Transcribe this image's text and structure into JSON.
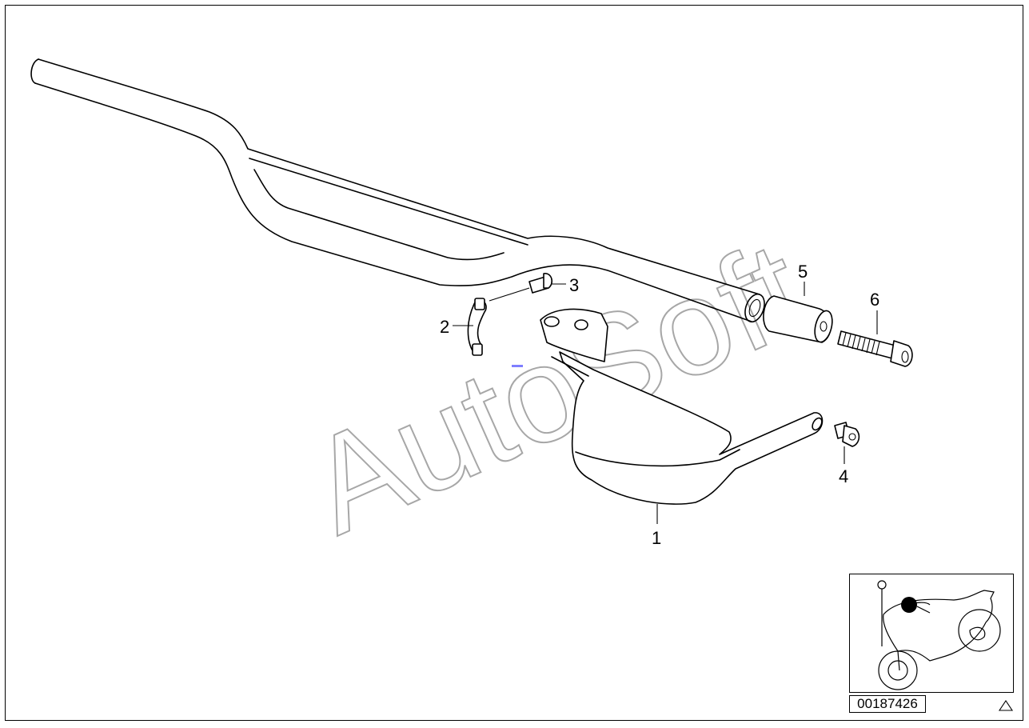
{
  "watermark": "AutoSoft",
  "callouts": {
    "c1": "1",
    "c2": "2",
    "c3": "3",
    "c4": "4",
    "c5": "5",
    "c6": "6"
  },
  "reference_number": "00187426",
  "icons": {
    "corner": "triangle-icon",
    "thumbnail": "motorcycle-location-icon"
  },
  "colors": {
    "line": "#000000",
    "watermark_stroke": "#8a8a8a",
    "marker": "#7f7fff"
  }
}
